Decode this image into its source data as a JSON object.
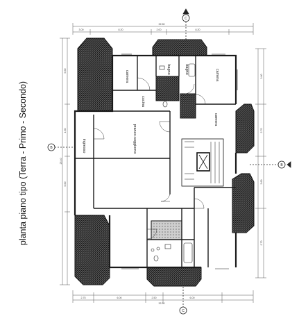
{
  "sheet_title": "planta piano tipo (Terra - Primo - Secondo)",
  "rooms": {
    "camera_1": "camera",
    "camera_2": "camera",
    "camera_3": "camera",
    "bagno_1": "bagno",
    "bagno_2": "bagno",
    "cucina": "cucina",
    "ingresso": "ingresso",
    "salone": "pranzo-soggiorno"
  },
  "section_markers": {
    "top": "C",
    "bottom": "C",
    "left": "B",
    "right": "B"
  },
  "dimensions": {
    "top_total": "32.50",
    "top_seg_1": "3.00",
    "top_seg_2": "8.20",
    "top_seg_3": "2.00",
    "top_seg_4": "8.20",
    "bottom_total": "32.50",
    "bottom_seg_1": "2.75",
    "bottom_seg_2": "6.00",
    "bottom_seg_3": "2.50",
    "bottom_seg_4": "6.00",
    "left_total": "25.40",
    "left_seg_1": "6.60",
    "left_seg_2": "1.60",
    "left_seg_3": "6.60",
    "right_seg_1": "3.60",
    "right_seg_2": "2.70",
    "right_seg_3": "3.60",
    "right_seg_4": "2.70"
  },
  "colors": {
    "wall": "#1a1a1a",
    "balcony_hatch": "#3a3a3a",
    "paper": "#ffffff"
  }
}
